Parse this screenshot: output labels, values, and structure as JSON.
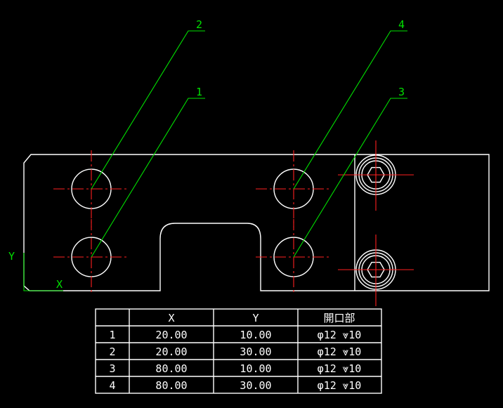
{
  "leaders": [
    "2",
    "1",
    "4",
    "3"
  ],
  "axis": {
    "x_label": "X",
    "y_label": "Y"
  },
  "table": {
    "headers": [
      "",
      "X",
      "Y",
      "開口部"
    ],
    "rows": [
      [
        "1",
        "20.00",
        "10.00",
        "φ12 ⩔10"
      ],
      [
        "2",
        "20.00",
        "30.00",
        "φ12 ⩔10"
      ],
      [
        "3",
        "80.00",
        "10.00",
        "φ12 ⩔10"
      ],
      [
        "4",
        "80.00",
        "30.00",
        "φ12 ⩔10"
      ]
    ]
  },
  "colors": {
    "outline": "#ffffff",
    "leader": "#00e000",
    "centerline": "#ff1f1f",
    "background": "#000000"
  }
}
